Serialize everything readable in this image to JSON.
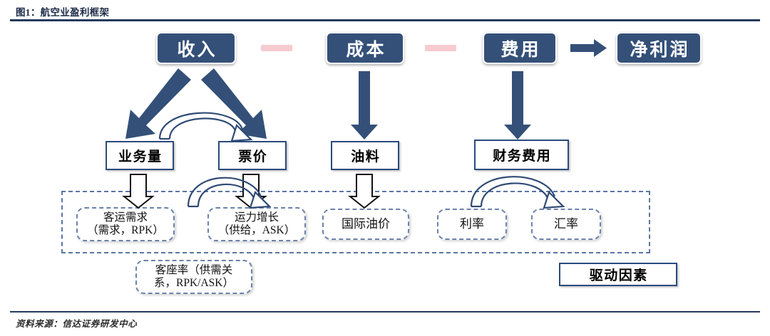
{
  "figure": {
    "title": "图1：航空业盈利框架",
    "source": "资料来源：信达证券研发中心"
  },
  "colors": {
    "navy_fill": "#345078",
    "navy_border": "#2b4a7d",
    "pink_minus": "#f7ccd0",
    "dashed_border": "#6b82ad",
    "rule": "#243a5e"
  },
  "formula_row": {
    "revenue": "收入",
    "minus_1": "minus-sign",
    "cost": "成本",
    "minus_2": "minus-sign",
    "expense": "费用",
    "equals_arrow": "right-arrow-icon",
    "net_profit": "净利润"
  },
  "component_row": {
    "volume": "业务量",
    "ticket_price": "票价",
    "fuel": "油料",
    "finance_expense": "财务费用"
  },
  "driver_row": {
    "passenger_demand": "客运需求\n（需求，RPK）",
    "passenger_demand_line1": "客运需求",
    "passenger_demand_line2": "（需求，RPK）",
    "capacity_growth_line1": "运力增长",
    "capacity_growth_line2": "（供给，ASK）",
    "oil_price": "国际油价",
    "interest_rate": "利率",
    "exchange_rate": "汇率"
  },
  "bottom_row": {
    "load_factor_line1": "客座率（供需关",
    "load_factor_line2": "系，RPK/ASK）"
  },
  "legend": {
    "driver_factors": "驱动因素"
  },
  "icons": {
    "arrow_revenue_to_volume": "diagonal-arrow-down-left-icon",
    "arrow_revenue_to_price": "diagonal-arrow-down-right-icon",
    "arrow_cost_to_fuel": "arrow-down-icon",
    "arrow_expense_to_finance": "arrow-down-icon",
    "arrow_volume_to_demand": "hollow-arrow-down-icon",
    "arrow_price_to_capacity": "hollow-arrow-down-icon",
    "arrow_fuel_to_oilprice": "hollow-arrow-down-icon",
    "curve_volume_to_price": "curved-arrow-icon",
    "curve_price_to_capacity": "curved-arrow-icon",
    "curve_finance_to_exchange": "curved-arrow-icon"
  }
}
